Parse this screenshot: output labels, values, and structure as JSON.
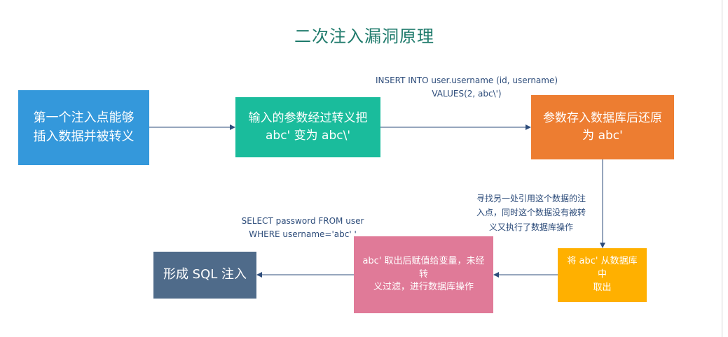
{
  "title": "二次注入漏洞原理",
  "nodes": {
    "inject_point": {
      "line1": "第一个注入点能够",
      "line2": "插入数据并被转义"
    },
    "escape_param": {
      "line1": "输入的参数经过转义把",
      "line2": "abc' 变为 abc\\'"
    },
    "store_restore": {
      "line1": "参数存入数据库后还原",
      "line2": "为 abc'"
    },
    "fetch_from_db": {
      "line1": "将 abc' 从数据库中",
      "line2": "取出"
    },
    "assign_variable": {
      "line1": "abc' 取出后赋值给变量，未经转",
      "line2": "义过滤，进行数据库操作"
    },
    "form_sqli": {
      "line1": "形成 SQL 注入"
    }
  },
  "notes": {
    "insert_sql": {
      "line1": "INSERT INTO user.username (id, username)",
      "line2": "VALUES(2, abc\\')"
    },
    "find_second": {
      "line1": "寻找另一处引用这个数据的注",
      "line2": "入点，同时这个数据没有被转",
      "line3": "义又执行了数据库操作"
    },
    "select_sql": {
      "line1": "SELECT password FROM user",
      "line2": "WHERE username='abc' '"
    }
  },
  "colors": {
    "title": "#1e7a6b",
    "arrow": "#2e4d7b",
    "inject_point": "#3498db",
    "escape_param": "#1abc9c",
    "store_restore": "#ed7d31",
    "fetch_from_db": "#ffb000",
    "assign_variable": "#e07a98",
    "form_sqli": "#4f6b8a"
  }
}
